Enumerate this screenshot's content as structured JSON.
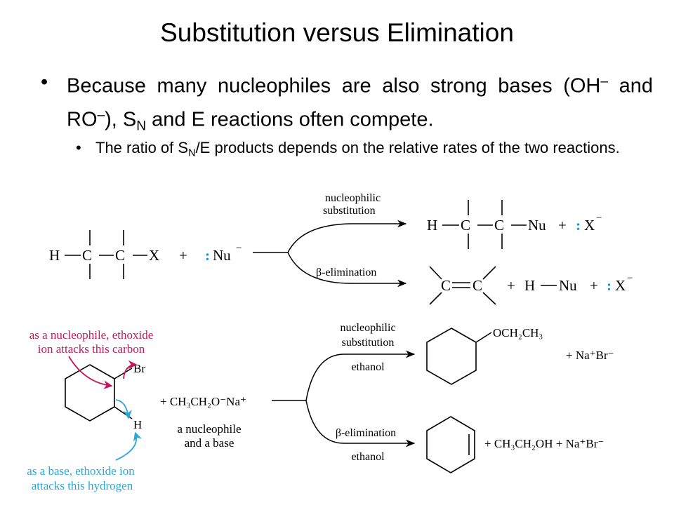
{
  "slide": {
    "title": "Substitution versus Elimination",
    "bullet1_pre": "Because many nucleophiles are also strong bases (OH",
    "bullet1_sup1": "–",
    "bullet1_mid1": " and RO",
    "bullet1_sup2": "–",
    "bullet1_mid2": "), S",
    "bullet1_sub": "N",
    "bullet1_post": " and E reactions often compete.",
    "bullet2_pre": "The ratio of S",
    "bullet2_sub": "N",
    "bullet2_post": "/E products depends on the relative rates of the two reactions.",
    "bullet_glyph": "•"
  },
  "scheme1": {
    "reactant_atoms": [
      "H",
      "C",
      "C",
      "X"
    ],
    "plus": "+",
    "lone_pair": ":",
    "nu": "Nu",
    "charge": "−",
    "subst_label_line1": "nucleophilic",
    "subst_label_line2": "substitution",
    "elim_label": "β-elimination",
    "subst_product_atoms": [
      "H",
      "C",
      "C",
      "Nu"
    ],
    "x_ion": "X",
    "elim_product_c": "C",
    "h": "H"
  },
  "scheme2": {
    "ann_carbon_line1": "as a nucleophile, ethoxide",
    "ann_carbon_line2": "ion attacks this carbon",
    "ann_hydrogen_line1": "as a base, ethoxide ion",
    "ann_hydrogen_line2": "attacks this hydrogen",
    "br": "Br",
    "h": "H",
    "reagent": "+ CH₃CH₂O⁻Na⁺",
    "reagent_note_line1": "a nucleophile",
    "reagent_note_line2": "and a base",
    "subst_label_line1": "nucleophilic",
    "subst_label_line2": "substitution",
    "solvent": "ethanol",
    "elim_label": "β-elimination",
    "subst_product_group": "OCH₂CH₃",
    "salt": "+ Na⁺Br⁻",
    "elim_coproducts": "+ CH₃CH₂OH + Na⁺Br⁻"
  },
  "colors": {
    "nucleophile_arrow": "#c2185b",
    "base_arrow": "#29a8d6",
    "lone_pair": "#1a8fd0",
    "text": "#000000"
  }
}
